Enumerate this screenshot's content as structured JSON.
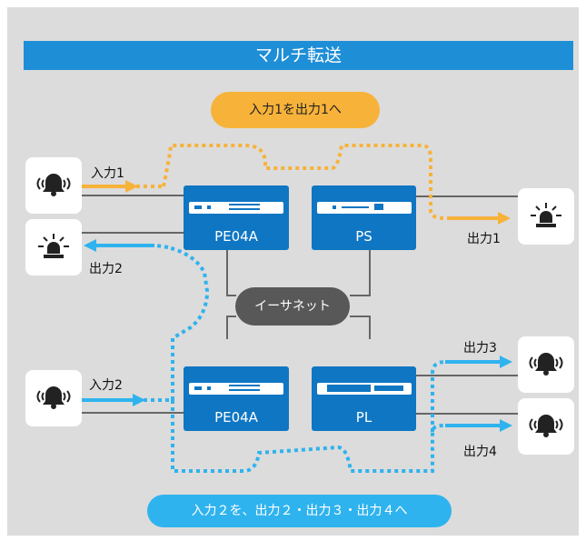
{
  "title": "マルチ転送",
  "top_pill": "入力1を出力1へ",
  "bottom_pill": "入力２を、出力２・出力３・出力４へ",
  "ethernet": "イーサネット",
  "devices": {
    "pe04a_top": "PE04A",
    "ps": "PS",
    "pe04a_bottom": "PE04A",
    "pl": "PL"
  },
  "labels": {
    "in1": "入力1",
    "out1": "出力1",
    "out2": "出力2",
    "in2": "入力2",
    "out3": "出力3",
    "out4": "出力4"
  },
  "colors": {
    "title": "#1e8ed6",
    "route1": "#f7b23a",
    "route2": "#2fb3ee",
    "device": "#0f76c3",
    "ethernet": "#585858"
  }
}
